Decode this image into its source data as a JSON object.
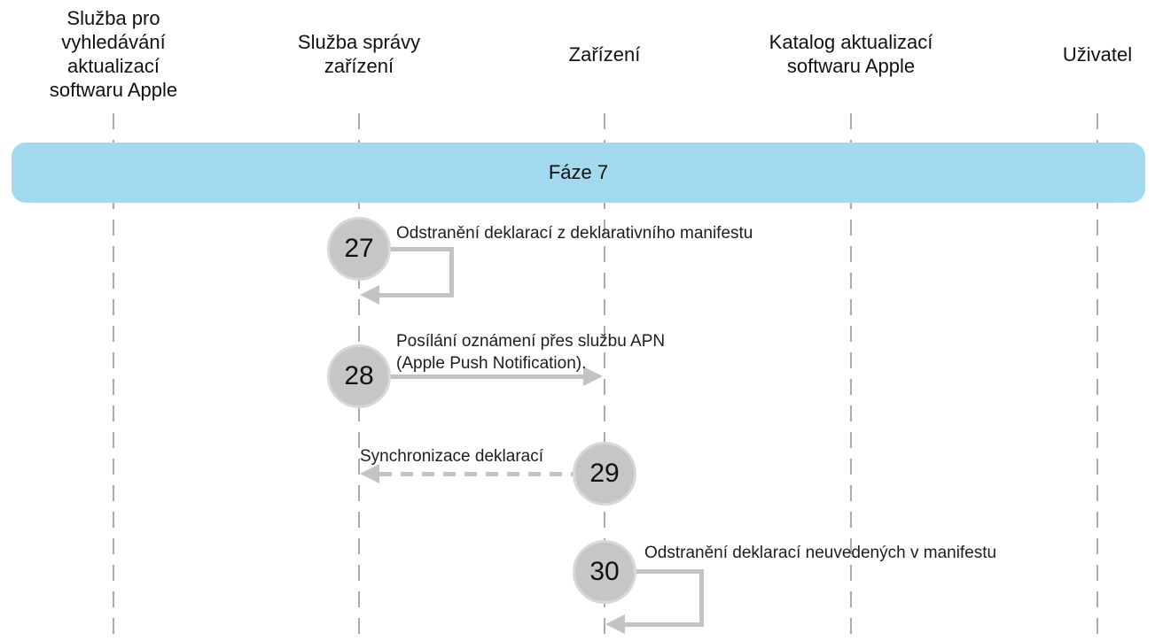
{
  "diagram": {
    "type": "sequence-diagram",
    "language": "cs",
    "actors": [
      {
        "id": "apple-software-update-lookup-service",
        "label": "Služba pro\nvyhledávání\naktualizací\nsoftwaru Apple"
      },
      {
        "id": "device-management-service",
        "label": "Služba správy\nzařízení"
      },
      {
        "id": "device",
        "label": "Zařízení"
      },
      {
        "id": "apple-software-update-catalog",
        "label": "Katalog aktualizací\nsoftwaru Apple"
      },
      {
        "id": "user",
        "label": "Uživatel"
      }
    ],
    "phase": {
      "label": "Fáze 7"
    },
    "steps": [
      {
        "number": "27",
        "type": "self-loop",
        "actor": "device-management-service",
        "label": "Odstranění deklarací z deklarativního manifestu"
      },
      {
        "number": "28",
        "type": "solid-arrow",
        "from": "device-management-service",
        "to": "device",
        "label": "Posílání oznámení přes službu APN\n(Apple Push Notification)."
      },
      {
        "number": "29",
        "type": "dashed-arrow",
        "from": "device",
        "to": "device-management-service",
        "label": "Synchronizace deklarací"
      },
      {
        "number": "30",
        "type": "self-loop",
        "actor": "device",
        "label": "Odstranění deklarací neuvedených v manifestu"
      }
    ],
    "colors": {
      "phase_banner": "#a2d9ee",
      "step_circle": "#c6c6c6",
      "arrow": "#c3c3c3",
      "lifeline": "#ababab",
      "text": "#1d1d1f"
    }
  }
}
